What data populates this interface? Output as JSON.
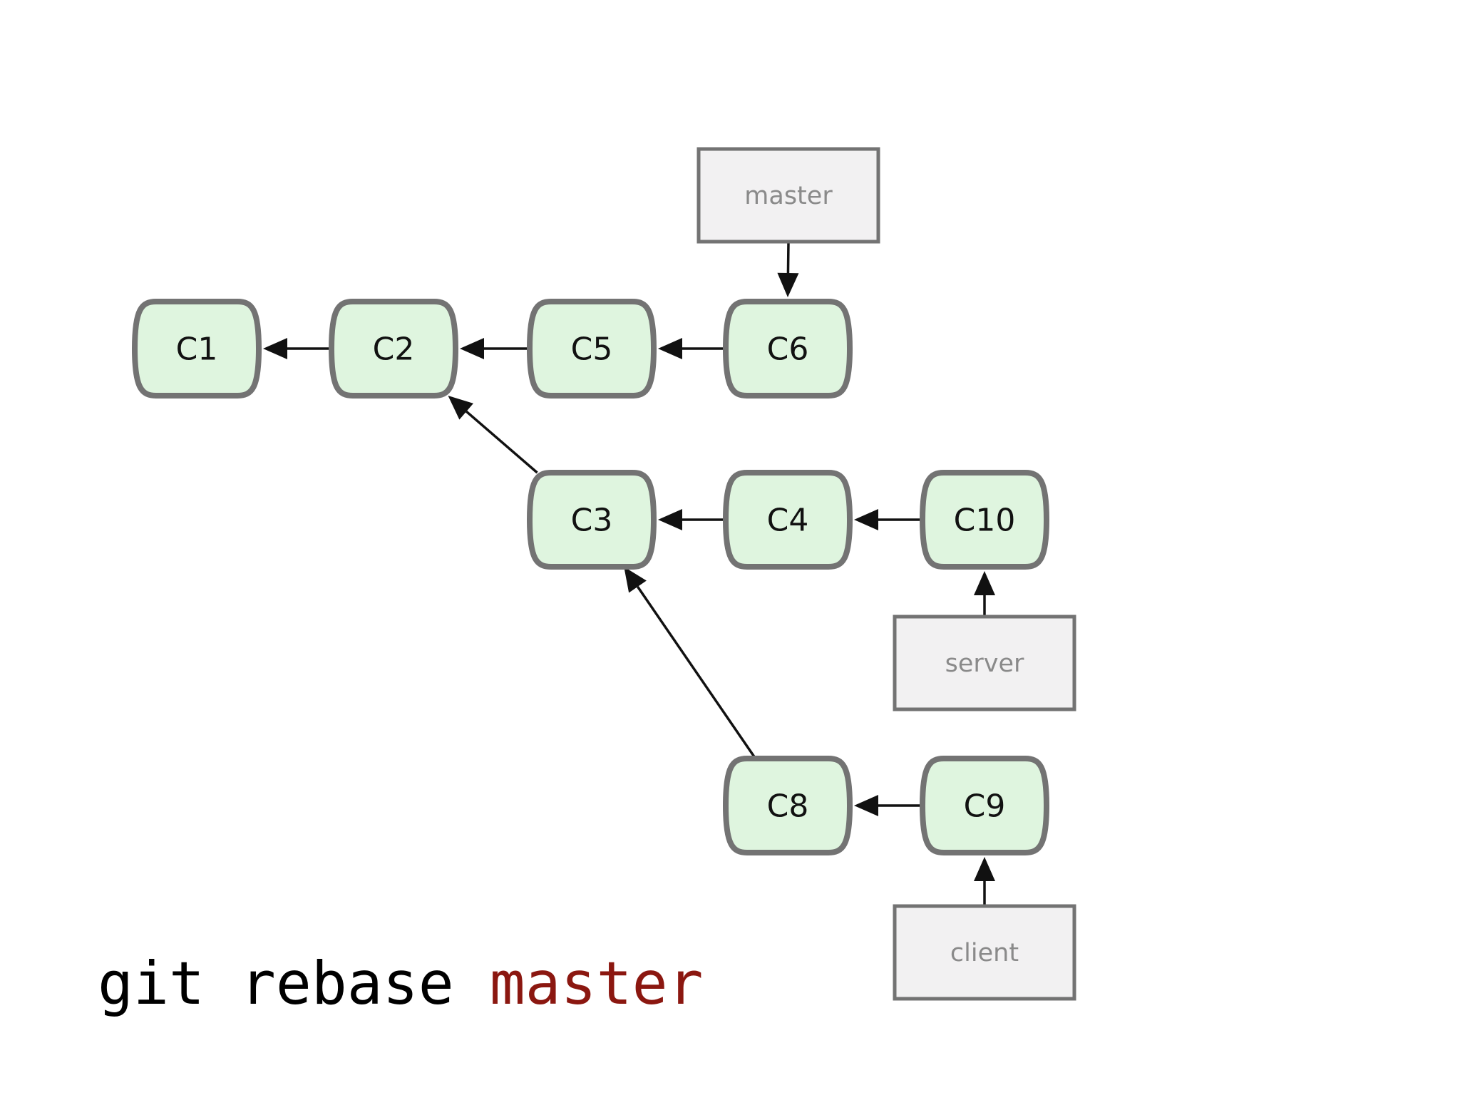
{
  "colors": {
    "commit_fill": "#dff5df",
    "commit_stroke": "#737373",
    "branch_fill": "#f2f1f2",
    "branch_text": "#8a8a8a",
    "arrow": "#111111",
    "command_text": "#000000",
    "command_highlight": "#8b1710"
  },
  "commits": [
    {
      "id": "C1"
    },
    {
      "id": "C2"
    },
    {
      "id": "C5"
    },
    {
      "id": "C6"
    },
    {
      "id": "C3"
    },
    {
      "id": "C4"
    },
    {
      "id": "C10"
    },
    {
      "id": "C8"
    },
    {
      "id": "C9"
    }
  ],
  "branches": [
    {
      "name": "master",
      "target": "C6"
    },
    {
      "name": "server",
      "target": "C10"
    },
    {
      "name": "client",
      "target": "C9"
    }
  ],
  "edges": [
    {
      "from": "C2",
      "to": "C1"
    },
    {
      "from": "C5",
      "to": "C2"
    },
    {
      "from": "C6",
      "to": "C5"
    },
    {
      "from": "C3",
      "to": "C2"
    },
    {
      "from": "C4",
      "to": "C3"
    },
    {
      "from": "C10",
      "to": "C4"
    },
    {
      "from": "C8",
      "to": "C3"
    },
    {
      "from": "C9",
      "to": "C8"
    }
  ],
  "command": {
    "base": "git rebase ",
    "argument": "master"
  }
}
